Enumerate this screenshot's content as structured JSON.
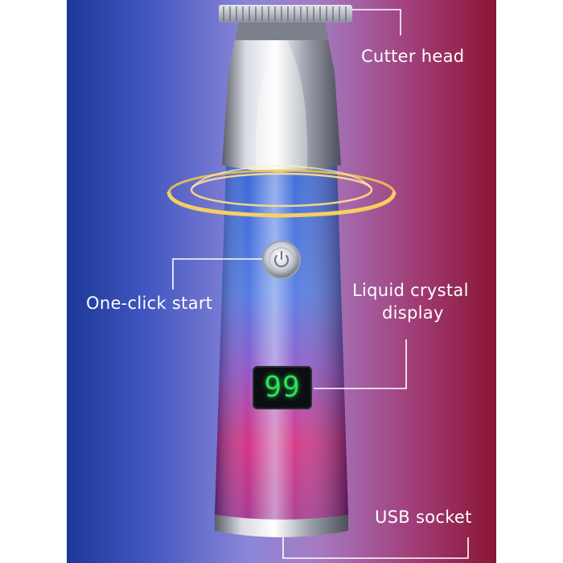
{
  "callouts": {
    "cutter_head": "Cutter head",
    "one_click_start": "One-click start",
    "lcd_line1": "Liquid crystal",
    "lcd_line2": "display",
    "usb_socket": "USB socket"
  },
  "display": {
    "value": "99",
    "digit_color": "#2fe05a"
  },
  "colors": {
    "left_blue": "#1d3898",
    "center_lavender": "#8a86d8",
    "right_crimson": "#8a1535",
    "ring_gold": "#f7c74a"
  },
  "icons": {
    "power_button": "power-icon"
  }
}
